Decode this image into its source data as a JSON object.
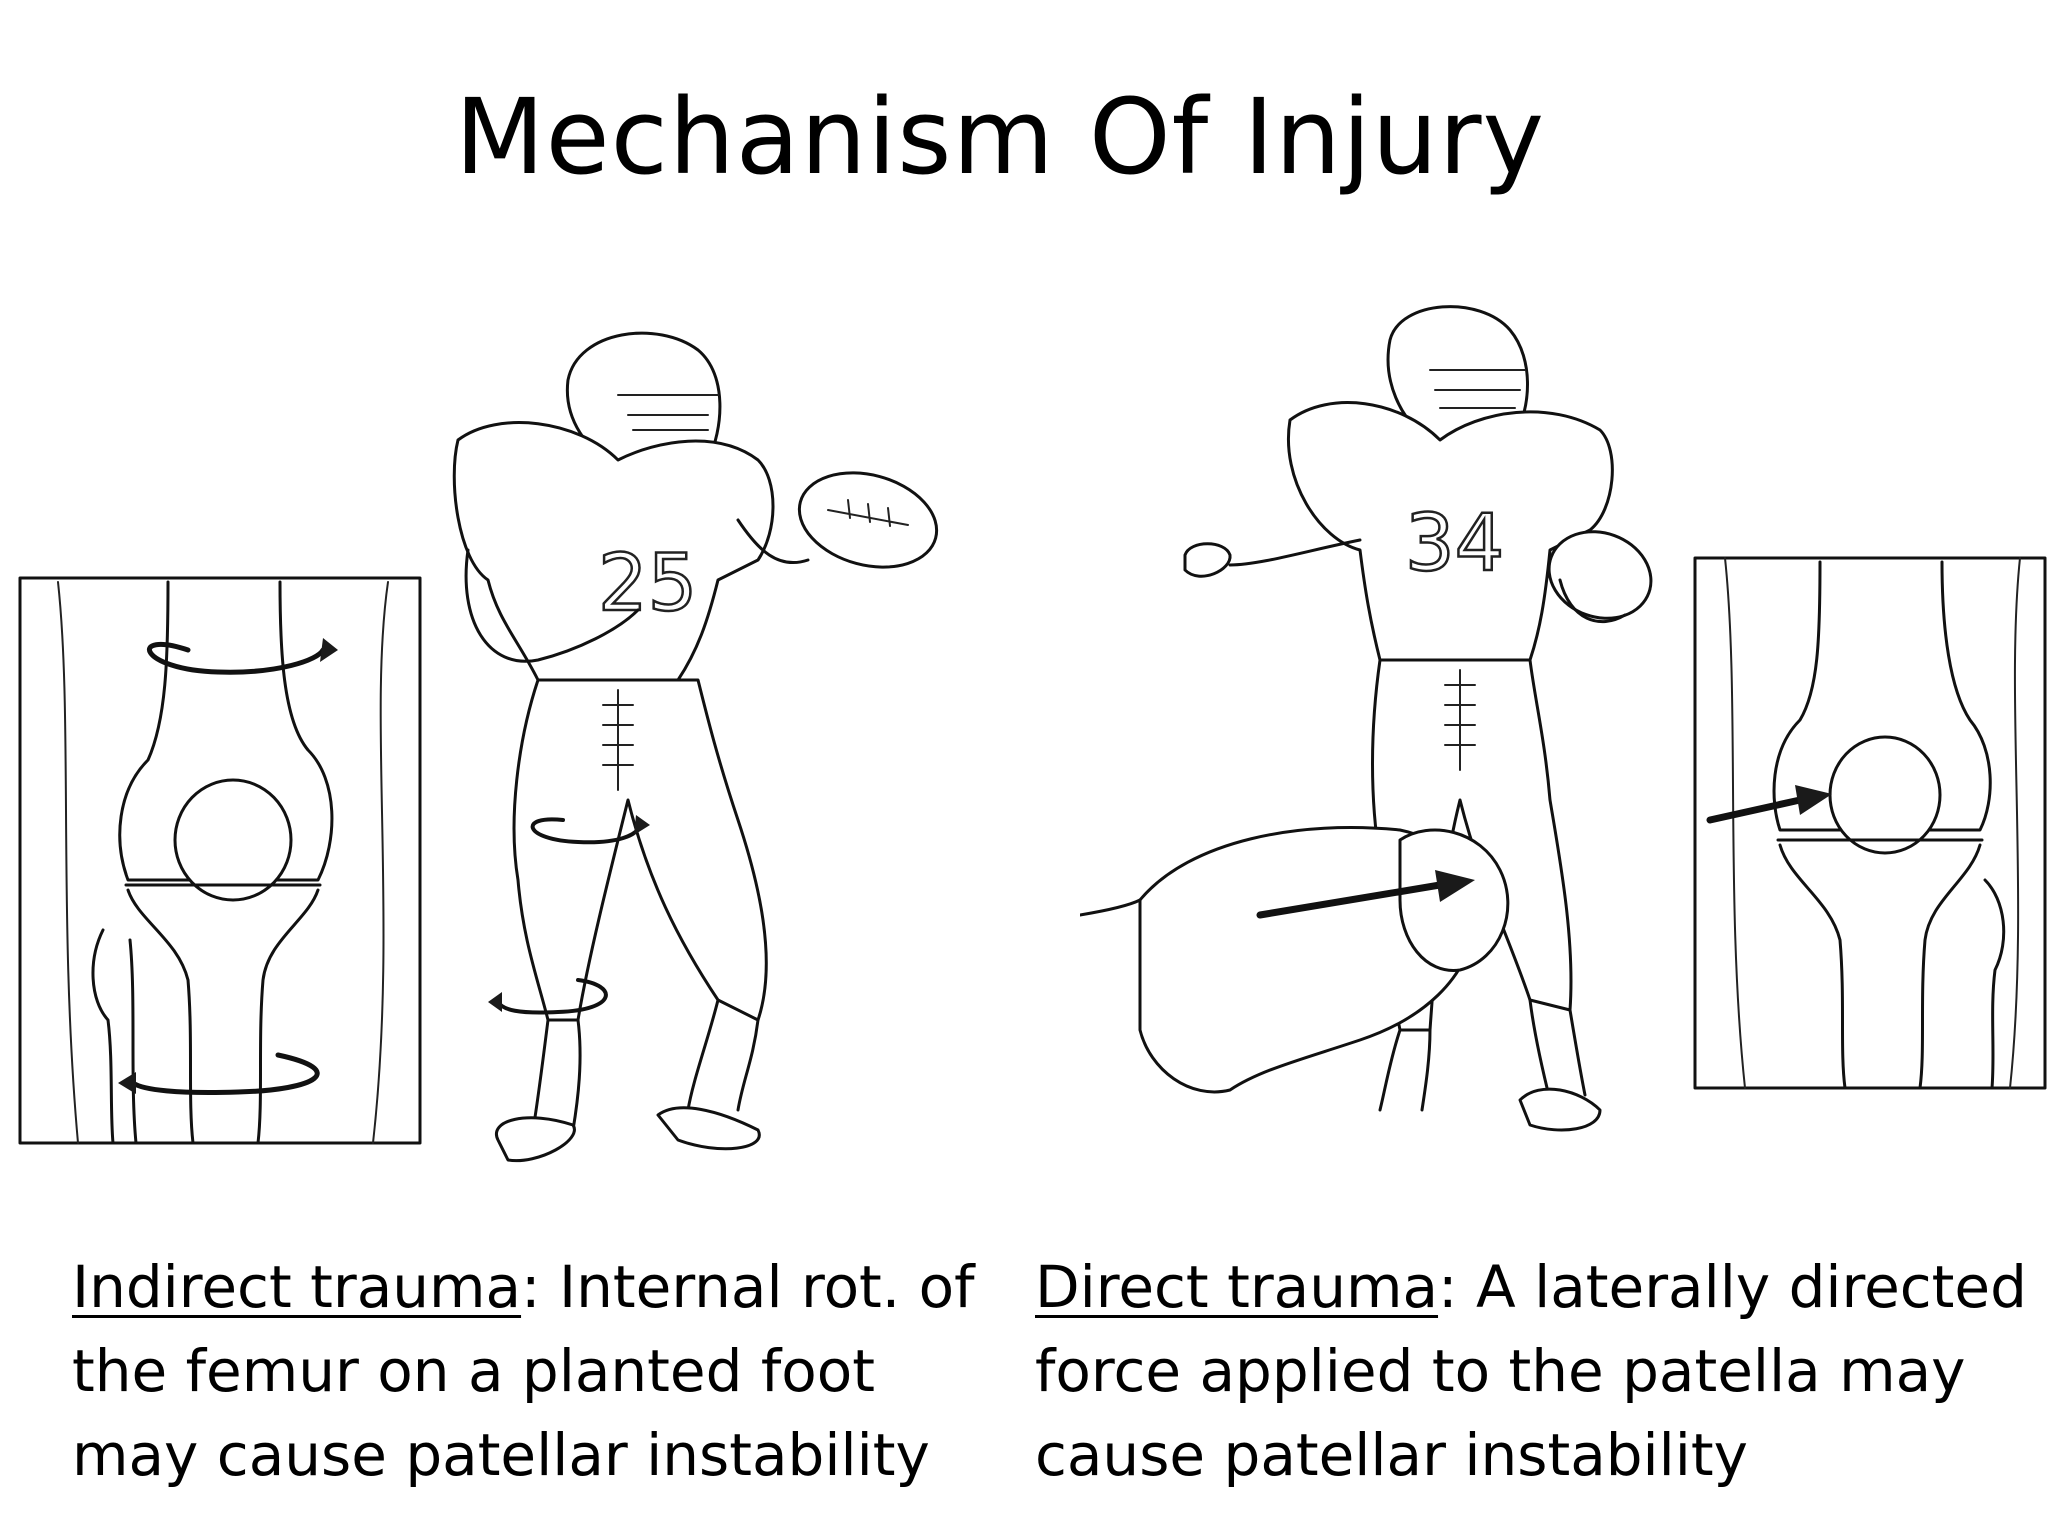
{
  "title": "Mechanism Of Injury",
  "left": {
    "caption_term": "Indirect trauma",
    "caption_rest": ": Internal rot. of the femur on a planted foot may cause patellar instability",
    "illustration": "football player pivoting on planted foot with knee rotation inset",
    "jersey_number": "25"
  },
  "right": {
    "caption_term": "Direct trauma",
    "caption_rest": ": A laterally directed force applied to the patella may cause patellar instability",
    "illustration": "football player struck on the knee with knee inset showing lateral force",
    "jersey_number": "34"
  },
  "icons": {
    "rotation_arrow": "curved-arrow-icon",
    "force_arrow": "straight-arrow-icon"
  }
}
